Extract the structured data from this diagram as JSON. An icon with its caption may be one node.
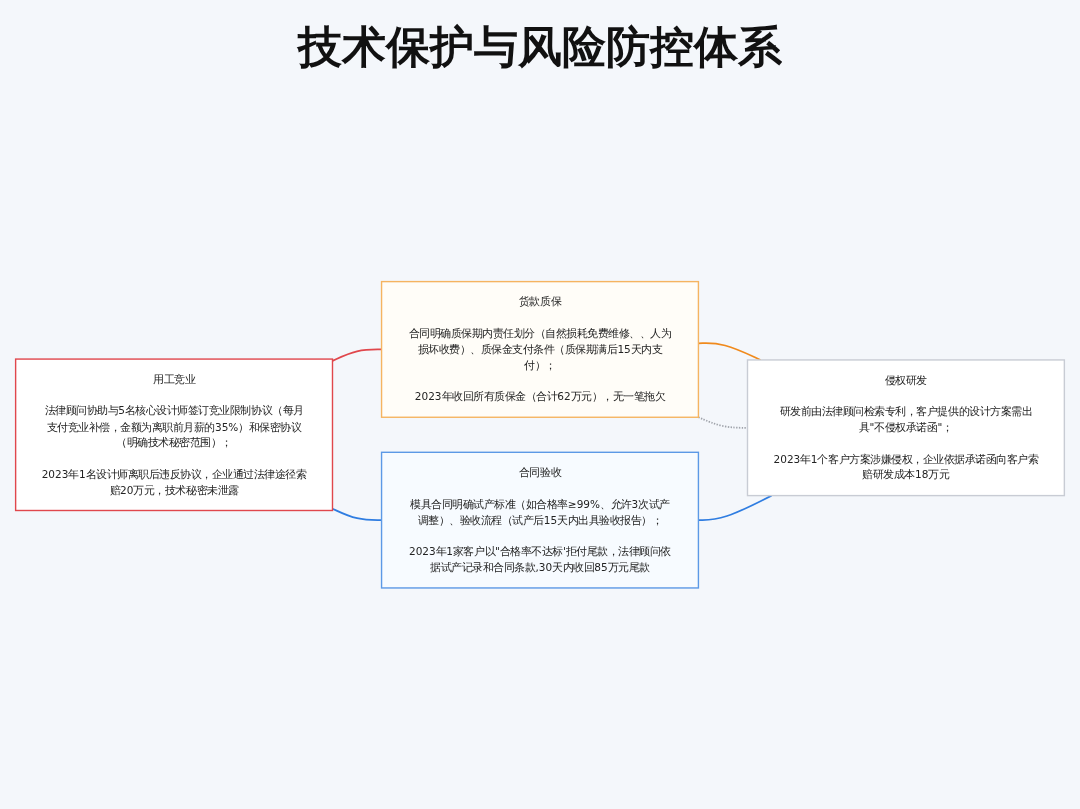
{
  "diagram": {
    "title": "技术保护与风险防控体系",
    "nodes": [
      {
        "text": [
          "用工竞业",
          "法律顾问协助与5名核心设计师签订竞业限制协议（每月支付竞业补偿，金额为离职前月薪的35%）和保密协议（明确技术秘密范围）；",
          "2023年1名设计师离职后违反协议，企业通过法律途径索赔20万元，技术秘密未泄露"
        ]
      },
      {
        "text": [
          "货款质保",
          "合同明确质保期内责任划分（自然损耗免费维修、、人为损坏收费）、质保金支付条件（质保期满后15天内支付）；",
          "2023年收回所有质保金（合计62万元），无一笔拖欠"
        ]
      },
      {
        "text": [
          "合同验收",
          "模具合同明确试产标准（如合格率≥99%、允许3次试产调整）、验收流程（试产后15天内出具验收报告）；",
          "2023年1家客户以\"合格率不达标'拒付尾款，法律顾问依据试产记录和合同条款,30天内收回85万元尾款"
        ]
      },
      {
        "text": [
          "侵权研发",
          "研发前由法律顾问检索专利，客户提供的设计方案需出具\"不侵权承诺函\"；",
          "2023年1个客户方案涉嫌侵权，企业依据承诺函向客户索赔研发成本18万元"
        ]
      }
    ],
    "edges": [
      {
        "from": 0,
        "to": 1,
        "arrow": "none",
        "color": "#e0474c"
      },
      {
        "from": 0,
        "to": 2,
        "arrow": "none",
        "color": "#2f7de1"
      },
      {
        "from": 1,
        "to": 3,
        "arrow": "none",
        "color": "#f08a1c"
      },
      {
        "from": 2,
        "to": 3,
        "arrow": "none",
        "color": "#2f7de1"
      },
      {
        "from": 1,
        "to": 3,
        "arrow": "none",
        "style": "dashed",
        "color": "#a0a4ab"
      }
    ]
  }
}
